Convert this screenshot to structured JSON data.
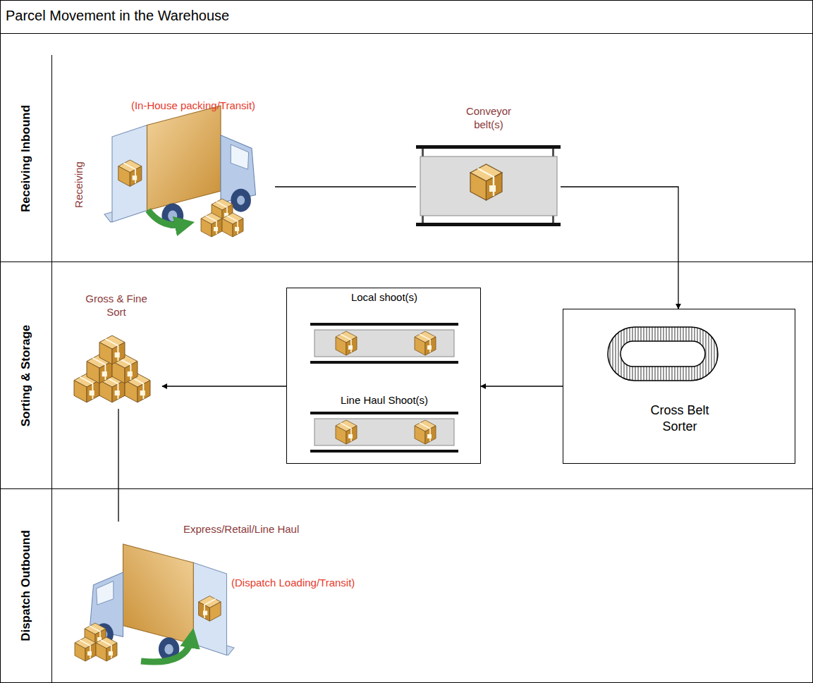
{
  "diagram": {
    "title": "Parcel Movement in the Warehouse",
    "nodes": [
      {
        "text": [
          "Receiving Inbound"
        ]
      },
      {
        "text": [
          "(In-House packing/Transit)",
          "Receiving"
        ],
        "in": 0
      },
      {
        "text": [
          "Conveyor belt(s)"
        ],
        "in": 0
      },
      {
        "text": [
          "Sorting & Storage"
        ]
      },
      {
        "text": [
          "Cross Belt Sorter"
        ],
        "in": 3
      },
      {
        "text": [
          "Local shoot(s)",
          "Line Haul Shoot(s)"
        ],
        "in": 3
      },
      {
        "text": [
          "Gross & Fine Sort"
        ],
        "in": 3
      },
      {
        "text": [
          "Dispatch Outbound"
        ]
      },
      {
        "text": [
          "Express/Retail/Line Haul",
          "(Dispatch Loading/Transit)"
        ],
        "in": 7
      }
    ],
    "edges": [
      {
        "from": 1,
        "to": 2,
        "arrow": "none"
      },
      {
        "from": 2,
        "to": 4,
        "arrow": "to"
      },
      {
        "from": 4,
        "to": 5,
        "arrow": "to"
      },
      {
        "from": 5,
        "to": 6,
        "arrow": "to"
      },
      {
        "from": 6,
        "to": 8,
        "arrow": "none"
      }
    ]
  }
}
